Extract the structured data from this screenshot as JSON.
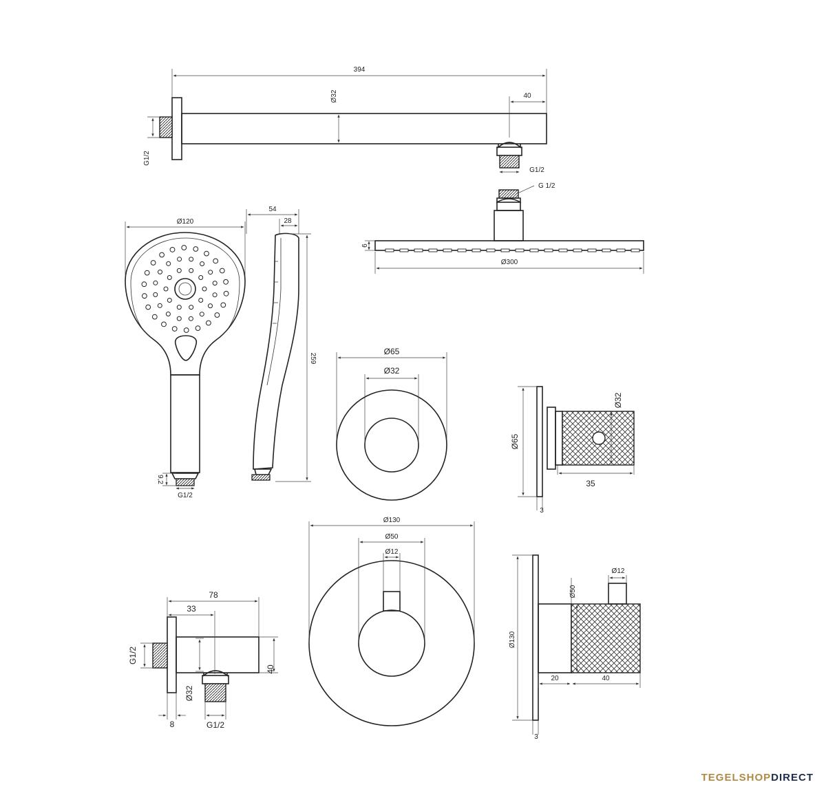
{
  "brand": {
    "part1": "TEGELSHOP",
    "part2": "DIRECT"
  },
  "colors": {
    "line": "#222222",
    "brand_gold": "#b08a45",
    "brand_navy": "#1e2b4a"
  },
  "arm": {
    "length": "394",
    "diameter": "Ø32",
    "end_offset": "40",
    "wall_thread": "G1/2",
    "outlet_thread": "G1/2"
  },
  "head": {
    "connector": "G 1/2",
    "thickness": "9",
    "diameter": "Ø300"
  },
  "hand": {
    "diameter": "Ø120",
    "depth": "54",
    "head_depth": "28",
    "length": "259",
    "thread_len": "9,2",
    "thread": "G1/2"
  },
  "rosette_small": {
    "outer": "Ø65",
    "inner": "Ø32",
    "side_outer": "Ø65",
    "side_knob": "Ø32",
    "side_depth": "35",
    "side_plate": "3"
  },
  "elbow": {
    "total": "78",
    "offset": "33",
    "thread_wall": "G1/2",
    "height": "40",
    "outlet_dia": "Ø32",
    "plate": "8",
    "outlet_thread": "G1/2"
  },
  "rosette_big": {
    "outer": "Ø130",
    "knob": "Ø50",
    "lever": "Ø12",
    "side_outer": "Ø130",
    "side_knob": "Ø50",
    "side_lever": "Ø12",
    "side_spacer": "20",
    "side_knob_len": "40",
    "side_plate": "3"
  }
}
